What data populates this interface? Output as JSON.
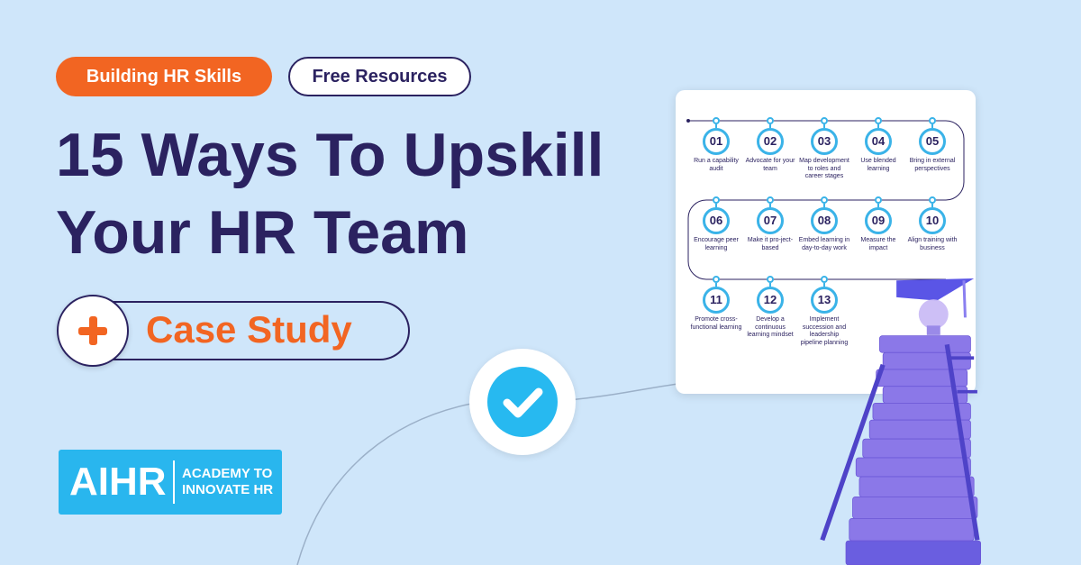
{
  "tags": {
    "category": "Building HR Skills",
    "resource": "Free Resources"
  },
  "title": {
    "line1": "15 Ways To Upskill",
    "line2": "Your HR Team"
  },
  "case_study": {
    "label": "Case Study",
    "icon": "plus-icon"
  },
  "logo": {
    "main": "AIHR",
    "sub_line1": "ACADEMY TO",
    "sub_line2": "INNOVATE HR"
  },
  "colors": {
    "orange": "#f26522",
    "navy": "#2b2260",
    "cyan": "#29b6ee",
    "background": "#cfe6fa"
  },
  "steps": [
    {
      "num": "01",
      "label": "Run a capability audit"
    },
    {
      "num": "02",
      "label": "Advocate for your team"
    },
    {
      "num": "03",
      "label": "Map development to roles and career stages"
    },
    {
      "num": "04",
      "label": "Use blended learning"
    },
    {
      "num": "05",
      "label": "Bring in external perspectives"
    },
    {
      "num": "06",
      "label": "Encourage peer learning"
    },
    {
      "num": "07",
      "label": "Make it pro-ject-based"
    },
    {
      "num": "08",
      "label": "Embed learning in day-to-day work"
    },
    {
      "num": "09",
      "label": "Measure the impact"
    },
    {
      "num": "10",
      "label": "Align training with business"
    },
    {
      "num": "11",
      "label": "Promote cross-functional learning"
    },
    {
      "num": "12",
      "label": "Develop a continuous learning mindset"
    },
    {
      "num": "13",
      "label": "Implement succession and leadership pipeline planning"
    }
  ]
}
